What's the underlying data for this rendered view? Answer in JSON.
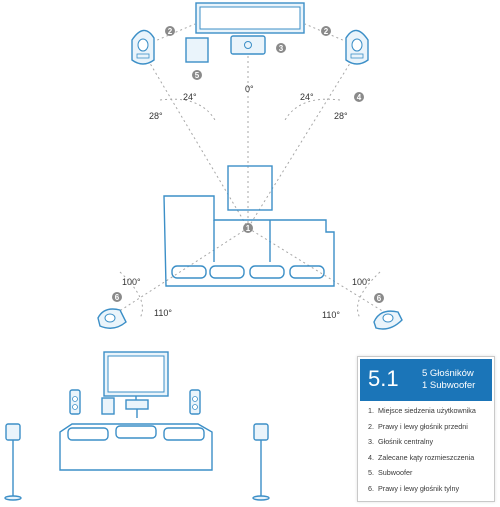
{
  "diagram": {
    "angles": {
      "front_left_inner": "24°",
      "front_left_outer": "28°",
      "front_center": "0°",
      "front_right_inner": "24°",
      "front_right_outer": "28°",
      "rear_left_upper": "100°",
      "rear_left_lower": "110°",
      "rear_right_upper": "100°",
      "rear_right_lower": "110°"
    },
    "badges": {
      "listener": "1",
      "front_left": "2",
      "front_right": "2",
      "center": "3",
      "angle_zone": "4",
      "subwoofer": "5",
      "rear_left": "6",
      "rear_right": "6"
    }
  },
  "legend": {
    "code": "5.1",
    "desc_line1": "5 Głośników",
    "desc_line2": "1 Subwoofer",
    "items": [
      {
        "num": "1.",
        "label": "Miejsce siedzenia użytkownika"
      },
      {
        "num": "2.",
        "label": "Prawy i lewy głośnik przedni"
      },
      {
        "num": "3.",
        "label": "Głośnik centralny"
      },
      {
        "num": "4.",
        "label": "Zalecane kąty rozmieszczenia"
      },
      {
        "num": "5.",
        "label": "Subwoofer"
      },
      {
        "num": "6.",
        "label": "Prawy i lewy głośnik tylny"
      }
    ]
  },
  "colors": {
    "accent_blue": "#1b75b8",
    "line_blue": "#3c8fc7",
    "badge_gray": "#8a8a8a"
  }
}
